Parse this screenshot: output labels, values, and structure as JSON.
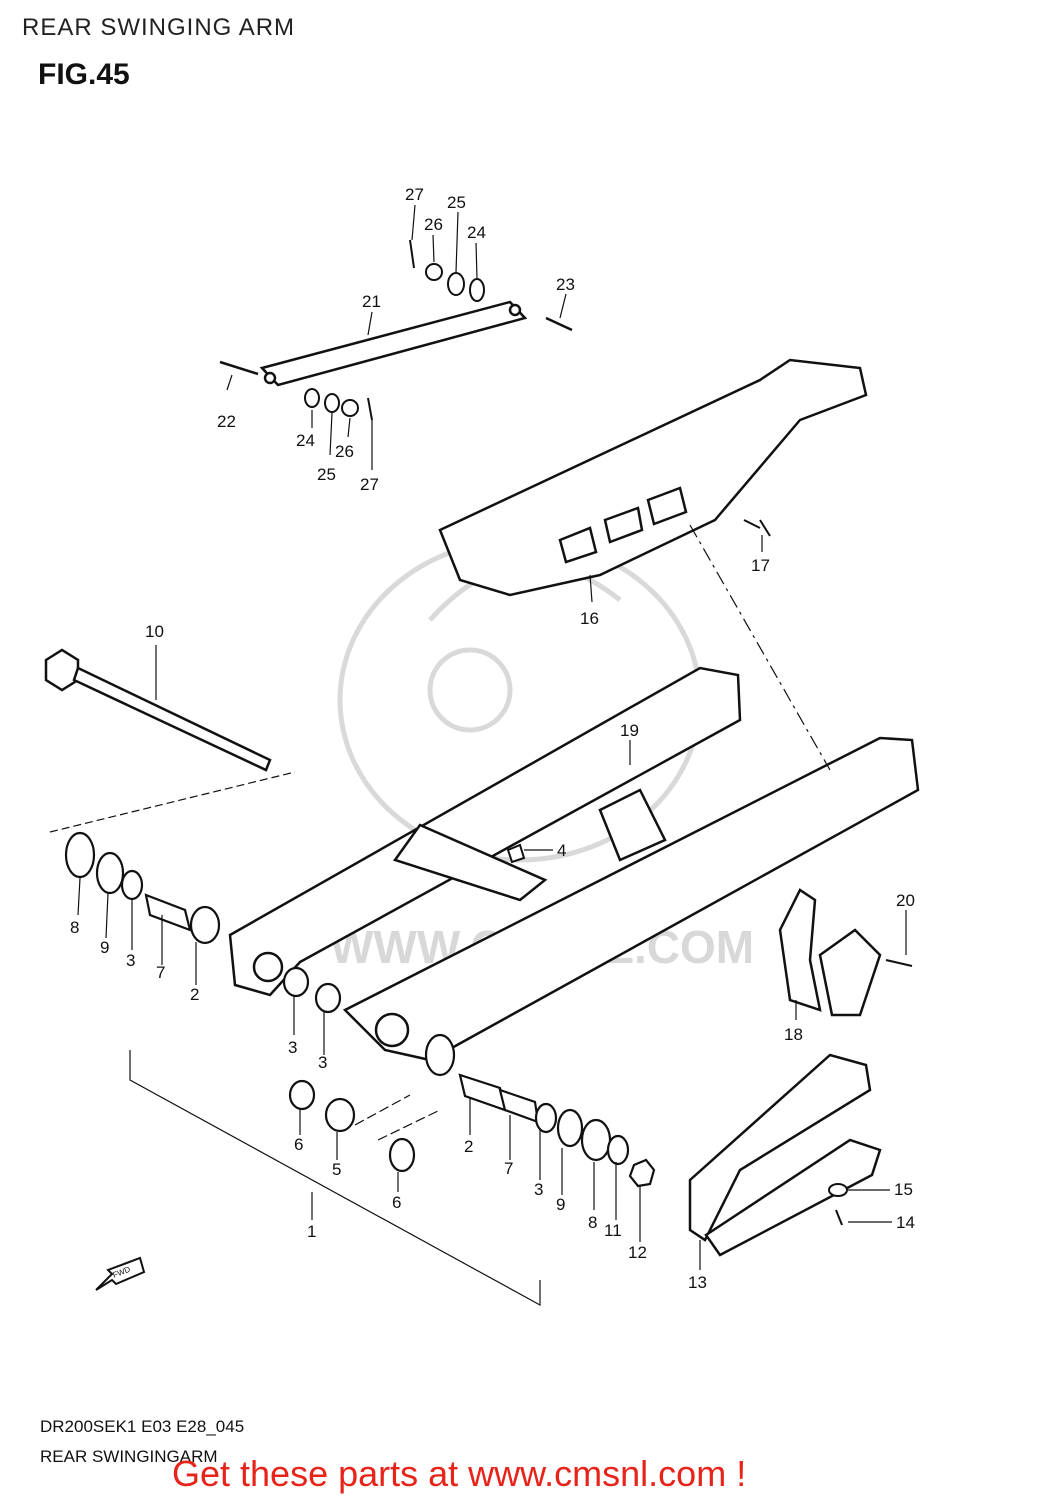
{
  "header": {
    "title": "REAR SWINGING ARM",
    "figure": "FIG.45"
  },
  "watermark": {
    "text": "WWW.CMSNL.COM"
  },
  "fwd_label": "FWD",
  "callouts": [
    "27",
    "26",
    "25",
    "24",
    "23",
    "21",
    "22",
    "24",
    "25",
    "26",
    "27",
    "17",
    "16",
    "10",
    "19",
    "4",
    "20",
    "8",
    "9",
    "3",
    "7",
    "2",
    "18",
    "3",
    "3",
    "6",
    "5",
    "6",
    "2",
    "7",
    "3",
    "9",
    "8",
    "11",
    "12",
    "15",
    "14",
    "1",
    "13"
  ],
  "footer": {
    "code": "DR200SEK1 E03 E28_045",
    "caption": "REAR SWINGINGARM",
    "cta": "Get these parts at www.cmsnl.com !"
  },
  "colors": {
    "cta": "#e8231a",
    "line": "#111111",
    "watermark": "#d8d8d8"
  }
}
